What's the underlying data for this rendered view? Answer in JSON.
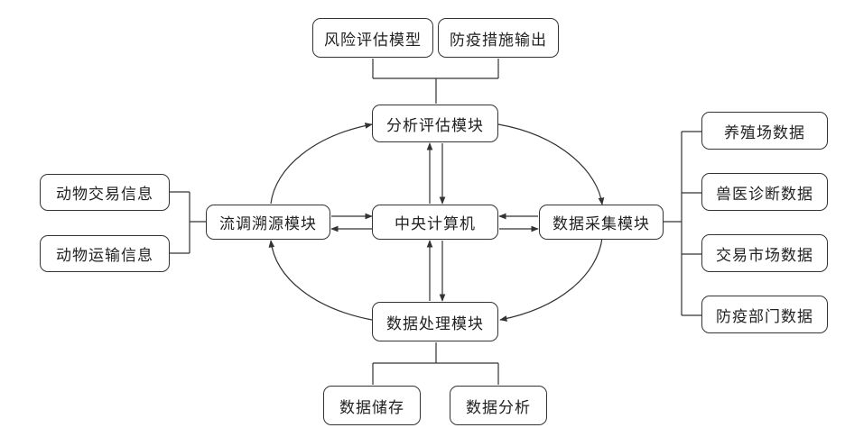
{
  "diagram": {
    "nodes": {
      "central_computer": "中央计算机",
      "analysis_module": "分析评估模块",
      "data_collection_module": "数据采集模块",
      "data_processing_module": "数据处理模块",
      "traceability_module": "流调溯源模块",
      "risk_model": "风险评估模型",
      "prevention_output": "防疫措施输出",
      "farm_data": "养殖场数据",
      "vet_data": "兽医诊断数据",
      "market_data": "交易市场数据",
      "prevention_dept_data": "防疫部门数据",
      "data_storage": "数据储存",
      "data_analysis": "数据分析",
      "animal_trade_info": "动物交易信息",
      "animal_transport_info": "动物运输信息"
    },
    "colors": {
      "stroke": "#333333",
      "text": "#222222"
    }
  }
}
